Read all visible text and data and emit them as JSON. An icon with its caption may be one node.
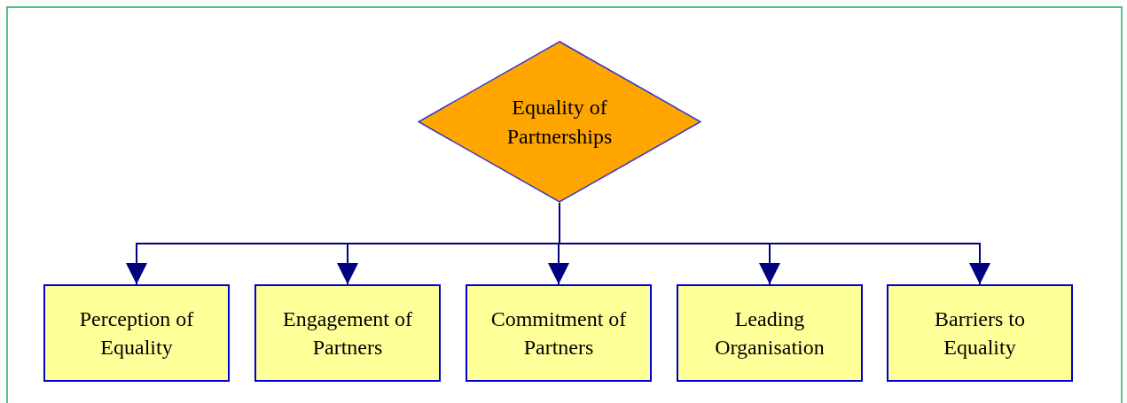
{
  "diagram": {
    "nodes": [
      {
        "text": [
          "Equality of Partnerships"
        ]
      },
      {
        "text": [
          "Perception of Equality"
        ]
      },
      {
        "text": [
          "Engagement of Partners"
        ]
      },
      {
        "text": [
          "Commitment of Partners"
        ]
      },
      {
        "text": [
          "Leading Organisation"
        ]
      },
      {
        "text": [
          "Barriers to Equality"
        ]
      }
    ],
    "edges": [
      {
        "from": 0,
        "to": 1,
        "arrow": "to"
      },
      {
        "from": 0,
        "to": 2,
        "arrow": "to"
      },
      {
        "from": 0,
        "to": 3,
        "arrow": "to"
      },
      {
        "from": 0,
        "to": 4,
        "arrow": "to"
      },
      {
        "from": 0,
        "to": 5,
        "arrow": "to"
      }
    ]
  }
}
